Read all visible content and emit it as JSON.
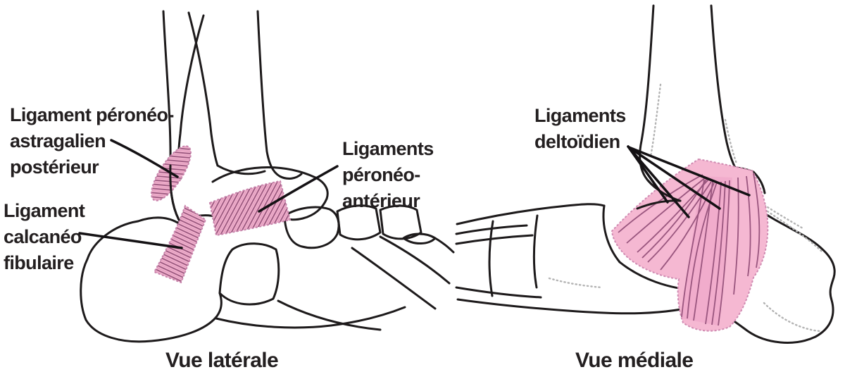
{
  "diagram": {
    "background_color": "#ffffff",
    "ink_color": "#231f20",
    "ligament_fill_color": "#f2b3ce",
    "ligament_fiber_color": "#99557e",
    "labels": [
      {
        "id": "ligament-peroneo-astragalien-posterieur",
        "lines": [
          "Ligament péronéo-",
          "astragalien",
          "postérieur"
        ]
      },
      {
        "id": "ligament-calcaneo-fibulaire",
        "lines": [
          "Ligament",
          "calcanéo",
          "fibulaire"
        ]
      },
      {
        "id": "ligaments-peroneo-anterieur",
        "lines": [
          "Ligaments",
          "péronéo-",
          "antérieur"
        ]
      },
      {
        "id": "ligaments-deltoidien",
        "lines": [
          "Ligaments",
          "deltoïdien"
        ]
      }
    ],
    "captions": {
      "lateral": "Vue latérale",
      "medial": "Vue médiale"
    }
  }
}
